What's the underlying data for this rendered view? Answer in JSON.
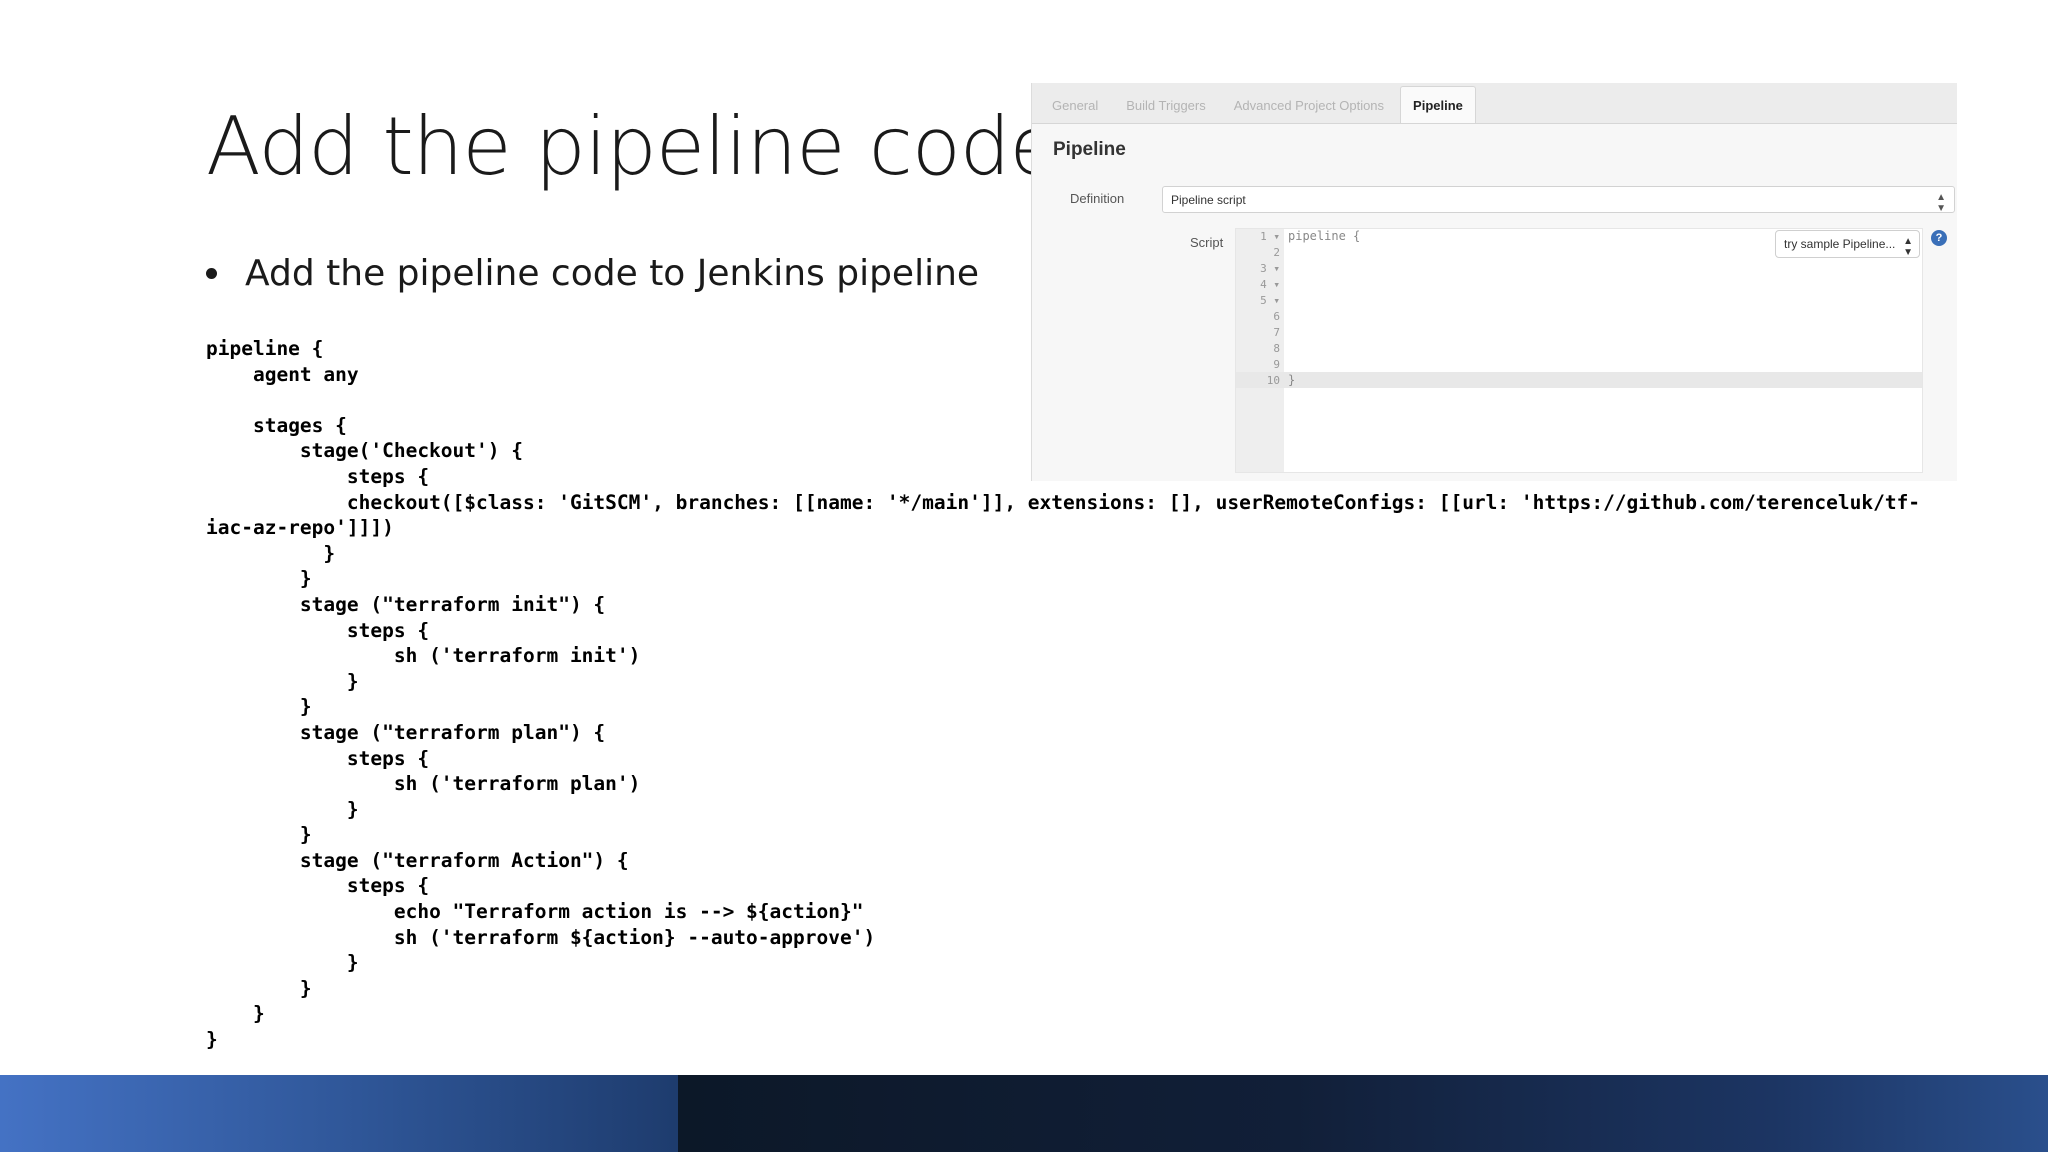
{
  "slide": {
    "title": "Add the pipeline code",
    "bullet": "Add the pipeline code to Jenkins pipeline",
    "code": "pipeline {\n    agent any\n\n    stages {\n        stage('Checkout') {\n            steps {\n            checkout([$class: 'GitSCM', branches: [[name: '*/main']], extensions: [], userRemoteConfigs: [[url: 'https://github.com/terenceluk/tf-iac-az-repo']]])\n          }\n        }\n        stage (\"terraform init\") {\n            steps {\n                sh ('terraform init')\n            }\n        }\n        stage (\"terraform plan\") {\n            steps {\n                sh ('terraform plan')\n            }\n        }\n        stage (\"terraform Action\") {\n            steps {\n                echo \"Terraform action is --> ${action}\"\n                sh ('terraform ${action} --auto-approve')\n            }\n        }\n    }\n}"
  },
  "jenkins": {
    "tabs": [
      "General",
      "Build Triggers",
      "Advanced Project Options",
      "Pipeline"
    ],
    "active_tab": "Pipeline",
    "section_title": "Pipeline",
    "definition_label": "Definition",
    "definition_value": "Pipeline script",
    "script_label": "Script",
    "line_numbers": [
      "1 ▾",
      "2",
      "3 ▾",
      "4 ▾",
      "5 ▾",
      "6",
      "7",
      "8",
      "9",
      "10"
    ],
    "line1_text": "pipeline {",
    "line10_text": "}",
    "try_sample": "try sample Pipeline...",
    "help_icon": "?"
  },
  "colors": {
    "footer_left": "#4472c4",
    "footer_right": "#111f38",
    "help_icon": "#3a6fb8"
  }
}
